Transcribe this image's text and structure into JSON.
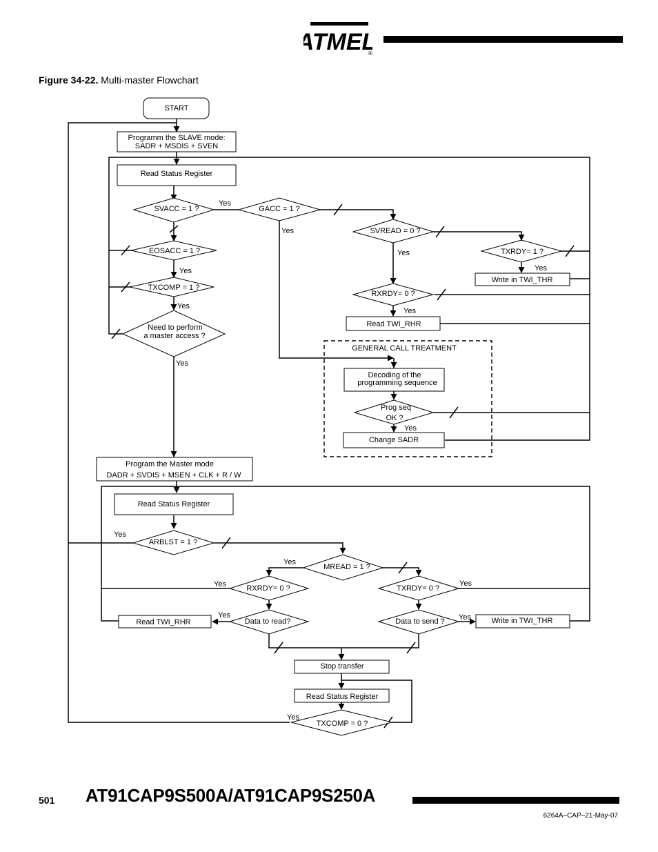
{
  "header": {
    "logo_text": "ATMEL",
    "registered": "®"
  },
  "figure": {
    "number": "Figure 34-22.",
    "title": "Multi-master Flowchart",
    "nodes": {
      "start": "START",
      "program_slave_1": "Programm the SLAVE mode:",
      "program_slave_2": "SADR + MSDIS + SVEN",
      "read_status_1": "Read Status Register",
      "svacc": "SVACC = 1 ?",
      "gacc": "GACC = 1 ?",
      "svread": "SVREAD = 0 ?",
      "txrdy_slave": "TXRDY= 1 ?",
      "write_thr_1": "Write in TWI_THR",
      "eosacc": "EOSACC = 1 ?",
      "txcomp_1": "TXCOMP = 1 ?",
      "need_master_1": "Need to perform",
      "need_master_2": "a master access ?",
      "rxrdy_slave": "RXRDY= 0 ?",
      "read_rhr_1": "Read TWI_RHR",
      "general_call": "GENERAL CALL TREATMENT",
      "decoding_1": "Decoding of the",
      "decoding_2": "programming sequence",
      "prog_seq_1": "Prog seq",
      "prog_seq_2": "OK ?",
      "change_sadr": "Change SADR",
      "program_master_1": "Program the Master mode",
      "program_master_2": "DADR + SVDIS + MSEN + CLK + R / W",
      "read_status_2": "Read Status Register",
      "arblst": "ARBLST = 1 ?",
      "mread": "MREAD = 1 ?",
      "rxrdy_master": "RXRDY= 0 ?",
      "txrdy_master": "TXRDY= 0 ?",
      "data_read": "Data to read?",
      "data_send": "Data to send ?",
      "read_rhr_2": "Read TWI_RHR",
      "write_thr_2": "Write in TWI_THR",
      "stop_transfer": "Stop transfer",
      "read_status_3": "Read Status Register",
      "txcomp_2": "TXCOMP = 0 ?"
    },
    "yes_label": "Yes"
  },
  "footer": {
    "page_number": "501",
    "title": "AT91CAP9S500A/AT91CAP9S250A",
    "doc_ref": "6264A–CAP–21-May-07"
  }
}
